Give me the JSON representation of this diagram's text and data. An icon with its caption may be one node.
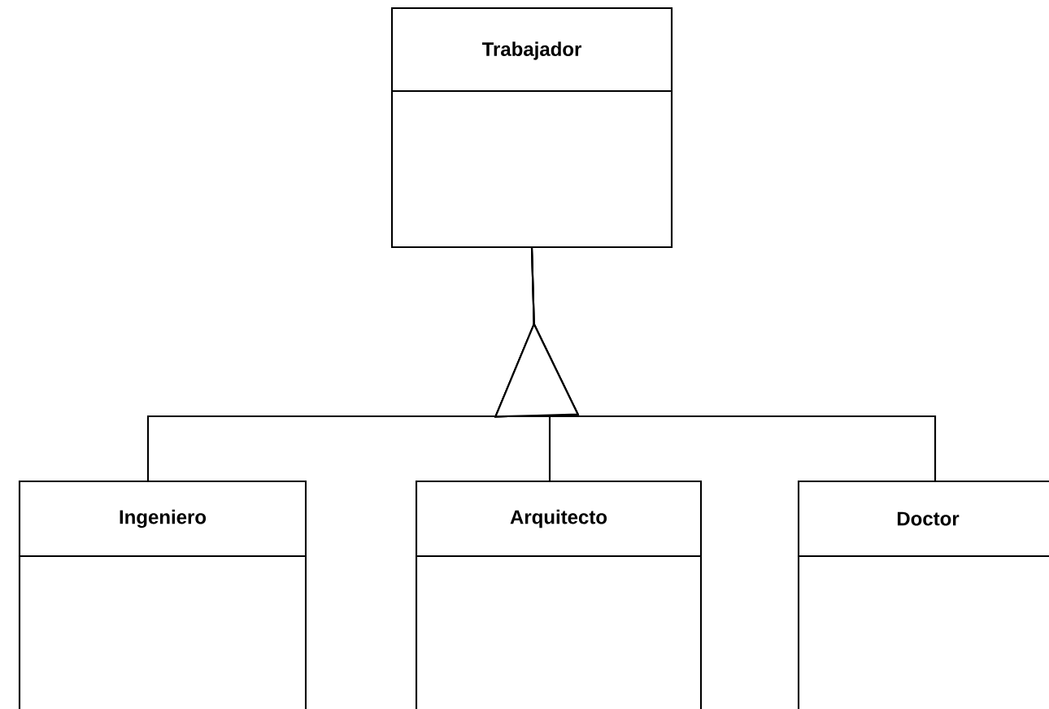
{
  "diagram": {
    "nodes": [
      {
        "text": [
          "Trabajador"
        ]
      },
      {
        "text": [
          "Ingeniero"
        ]
      },
      {
        "text": [
          "Arquitecto"
        ]
      },
      {
        "text": [
          "Doctor"
        ]
      }
    ],
    "edges": [
      {
        "from": 1,
        "to": 0,
        "arrow": "to"
      },
      {
        "from": 2,
        "to": 0,
        "arrow": "to"
      },
      {
        "from": 3,
        "to": 0,
        "arrow": "to"
      }
    ]
  }
}
